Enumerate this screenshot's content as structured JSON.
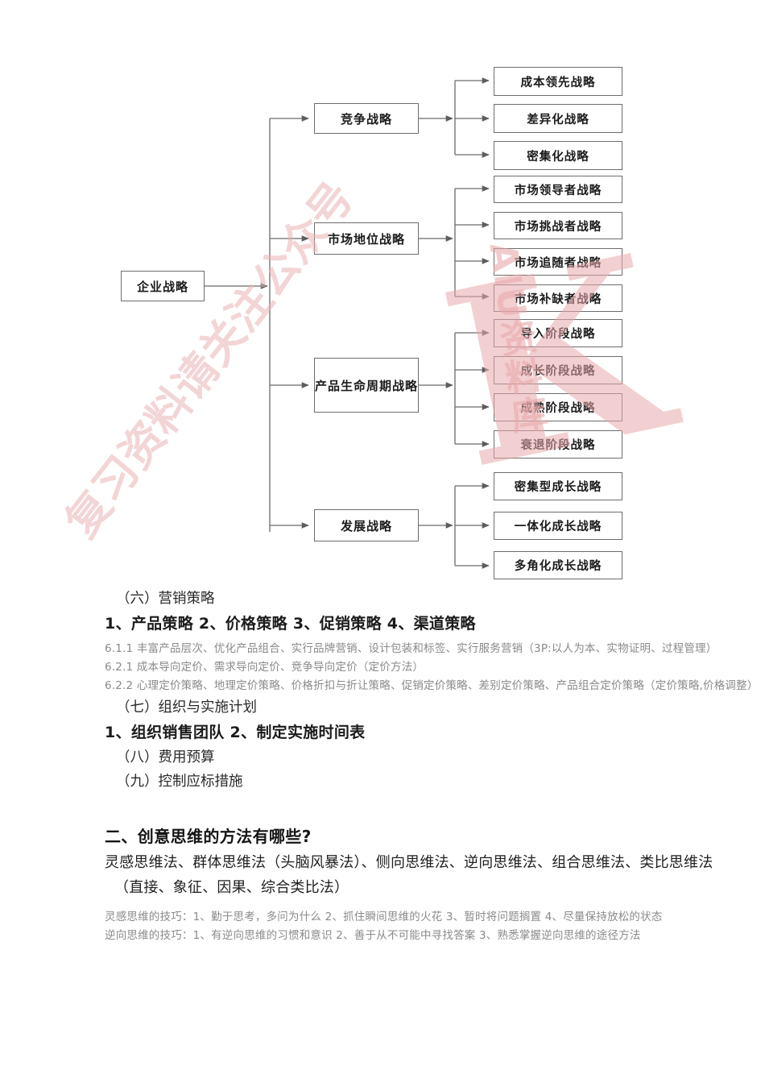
{
  "diagram": {
    "title_root": "企业战略",
    "branches": [
      {
        "label": "竞争战略",
        "leaves": [
          "成本领先战略",
          "差异化战略",
          "密集化战略"
        ]
      },
      {
        "label": "市场地位战略",
        "leaves": [
          "市场领导者战略",
          "市场挑战者战略",
          "市场追随者战略",
          "市场补缺者战略"
        ]
      },
      {
        "label": "产品生命周期战略",
        "leaves": [
          "导入阶段战略",
          "成长阶段战略",
          "成熟阶段战略",
          "衰退阶段战略"
        ]
      },
      {
        "label": "发展战略",
        "leaves": [
          "密集型成长战略",
          "一体化成长战略",
          "多角化成长战略"
        ]
      }
    ]
  },
  "watermark": {
    "bracket": "K",
    "vertical_text": "AIU资料库",
    "diagonal_text": "复习资料请关注公众号"
  },
  "sections": {
    "six_heading": "（六）营销策略",
    "six_list": "1、产品策略  2、价格策略  3、促销策略  4、渠道策略",
    "note_611": "6.1.1 丰富产品层次、优化产品组合、实行品牌营销、设计包装和标签、实行服务营销（3P:以人为本、实物证明、过程管理）",
    "note_621": "6.2.1 成本导向定价、需求导向定价、竞争导向定价（定价方法）",
    "note_622": "6.2.2 心理定价策略、地理定价策略、价格折扣与折让策略、促销定价策略、差别定价策略、产品组合定价策略（定价策略,价格调整）",
    "seven_heading": "（七）组织与实施计划",
    "seven_list": "1、组织销售团队  2、制定实施时间表",
    "eight_heading": "（八）费用预算",
    "nine_heading": "（九）控制应标措施",
    "q2_heading": "二、创意思维的方法有哪些?",
    "q2_line1": "灵感思维法、群体思维法（头脑风暴法）、侧向思维法、逆向思维法、组合思维法、类比思维法",
    "q2_line2": "（直接、象征、因果、综合类比法）",
    "q2_note1": "灵感思维的技巧：1、勤于思考，多问为什么  2、抓住瞬间思维的火花  3、暂时将问题搁置  4、尽量保持放松的状态",
    "q2_note2": "逆向思维的技巧：1、有逆向思维的习惯和意识  2、善于从不可能中寻找答案  3、熟悉掌握逆向思维的途径方法"
  }
}
